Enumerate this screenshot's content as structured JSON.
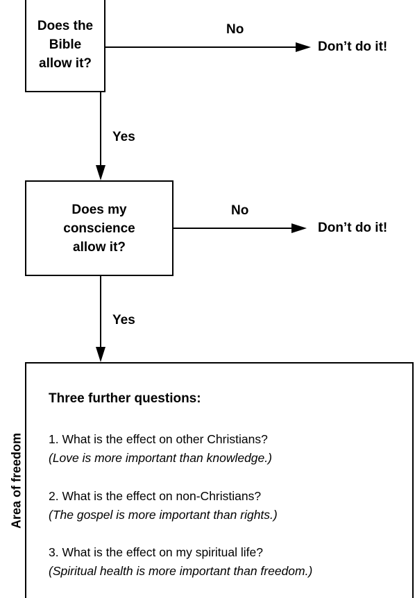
{
  "nodes": {
    "bible_question": [
      "Does the Bible",
      "allow it?"
    ],
    "conscience_question": [
      "Does my",
      "conscience",
      "allow it?"
    ],
    "outcome_bible_no": "Don’t do it!",
    "outcome_conscience_no": "Don’t do it!"
  },
  "edges": {
    "bible_no": "No",
    "bible_yes": "Yes",
    "conscience_no": "No",
    "conscience_yes": "Yes"
  },
  "freedom": {
    "side_label": "Area of freedom",
    "title": "Three further questions:",
    "questions": [
      {
        "question": "1. What is the effect on other Christians?",
        "note": "(Love is more important than knowledge.)"
      },
      {
        "question": "2. What is the effect on non-Christians?",
        "note": "(The gospel is more important than rights.)"
      },
      {
        "question": "3. What is the effect on my spiritual life?",
        "note": "(Spiritual health is more important than freedom.)"
      }
    ]
  }
}
